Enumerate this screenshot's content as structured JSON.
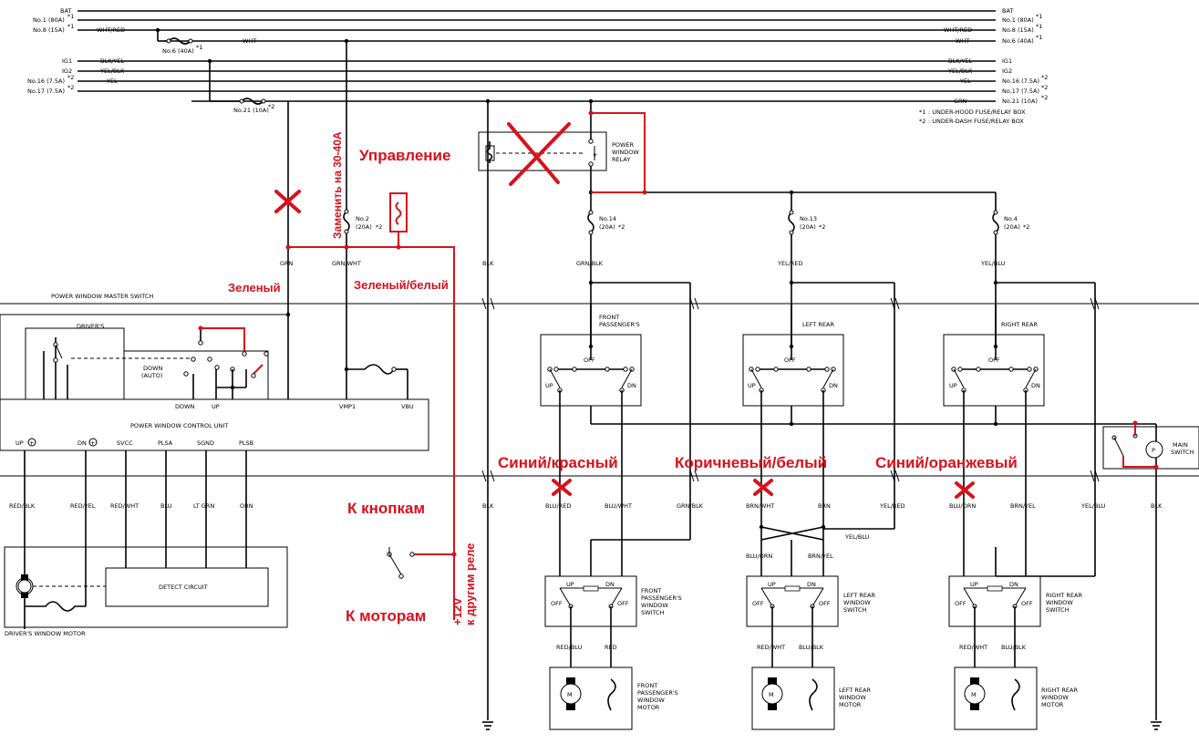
{
  "bus_left": {
    "bat": "BAT",
    "no1": "No.1 (80A)",
    "no8": "No.8 (15A)",
    "ig1": "IG1",
    "ig2": "IG2",
    "no16": "No.16 (7.5A)",
    "no17": "No.17 (7.5A)",
    "mark1": "*1",
    "mark2": "*2"
  },
  "bus_right": {
    "bat": "BAT",
    "no1": "No.1 (80A)",
    "no8": "No.8 (15A)",
    "no6": "No.6 (40A)",
    "ig1": "IG1",
    "ig2": "IG2",
    "no16": "No.16 (7.5A)",
    "no17": "No.17 (7.5A)",
    "no21": "No.21 (10A)",
    "mark1": "*1",
    "mark2": "*2"
  },
  "wire_colors": {
    "wht_red": "WHT/RED",
    "wht": "WHT",
    "blk_yel": "BLK/YEL",
    "yel_blk": "YEL/BLK",
    "yel": "YEL",
    "grn": "GRN",
    "grn_wht": "GRN/WHT",
    "blk": "BLK",
    "grn_blk": "GRN/BLK",
    "yel_red": "YEL/RED",
    "yel_blu": "YEL/BLU",
    "red_blk": "RED/BLK",
    "red_yel": "RED/YEL",
    "red_wht": "RED/WHT",
    "blu": "BLU",
    "lt_grn": "LT GRN",
    "orn": "ORN",
    "blu_red": "BLU/RED",
    "blu_wht": "BLU/WHT",
    "brn_wht": "BRN/WHT",
    "brn": "BRN",
    "blu_orn": "BLU/ORN",
    "brn_yel": "BRN/YEL",
    "red_blu": "RED/BLU",
    "red": "RED",
    "blu_blk": "BLU/BLK"
  },
  "fuses": {
    "no6": "No.6 (40A)",
    "no6_mark": "*1",
    "no21": "No.21 (10A)",
    "no21_mark": "*2",
    "no2_a": "No.2",
    "no2_b": "(20A)",
    "no2_mark": "*2",
    "no14_a": "No.14",
    "no14_b": "(20A)",
    "no14_mark": "*2",
    "no13_a": "No.13",
    "no13_b": "(20A)",
    "no13_mark": "*2",
    "no4_a": "No.4",
    "no4_b": "(20A)",
    "no4_mark": "*2"
  },
  "legend": {
    "l1_key": "*1",
    "l1_text": ": UNDER-HOOD FUSE/RELAY BOX",
    "l2_key": "*2",
    "l2_text": ": UNDER-DASH FUSE/RELAY BOX"
  },
  "components": {
    "relay_a": "POWER",
    "relay_b": "WINDOW",
    "relay_c": "RELAY",
    "master_switch": "POWER WINDOW MASTER SWITCH",
    "drivers": "DRIVER'S",
    "down_auto_a": "DOWN",
    "down_auto_b": "(AUTO)",
    "down": "DOWN",
    "up": "UP",
    "vmp1": "VMP1",
    "vbu": "VBU",
    "control_unit": "POWER WINDOW CONTROL UNIT",
    "pin_up": "UP",
    "pin_dn": "DN",
    "svcc": "SVCC",
    "plsa": "PLSA",
    "sgnd": "SGND",
    "plsb": "PLSB",
    "detect": "DETECT CIRCUIT",
    "drivers_motor": "DRIVER'S WINDOW MOTOR",
    "fp_label_a": "FRONT",
    "fp_label_b": "PASSENGER'S",
    "lr_label": "LEFT REAR",
    "rr_label": "RIGHT REAR",
    "off": "OFF",
    "dn": "DN",
    "main_a": "MAIN",
    "main_b": "SWITCH",
    "fp_sw_a": "FRONT",
    "fp_sw_b": "PASSENGER'S",
    "fp_sw_c": "WINDOW",
    "fp_sw_d": "SWITCH",
    "lr_sw_a": "LEFT REAR",
    "lr_sw_b": "WINDOW",
    "lr_sw_c": "SWITCH",
    "rr_sw_a": "RIGHT REAR",
    "rr_sw_b": "WINDOW",
    "rr_sw_c": "SWITCH",
    "fp_mot_a": "FRONT",
    "fp_mot_b": "PASSENGER'S",
    "fp_mot_c": "WINDOW",
    "fp_mot_d": "MOTOR",
    "lr_mot_a": "LEFT REAR",
    "lr_mot_b": "WINDOW",
    "lr_mot_c": "MOTOR",
    "rr_mot_a": "RIGHT REAR",
    "rr_mot_b": "WINDOW",
    "rr_mot_c": "MOTOR",
    "motor_m": "M",
    "main_p": "P"
  },
  "annotations": {
    "upravlenie": "Управление",
    "zamenit": "Заменить на 30-40А",
    "zeleny": "Зеленый",
    "zeleny_bely": "Зеленый/белый",
    "siniy_krasny": "Синий/красный",
    "korichnevy_bely": "Коричневый/белый",
    "siniy_oranzhevy": "Синий/оранжевый",
    "k_knopkam": "К кнопкам",
    "k_motoram": "К моторам",
    "plus12": "+12V",
    "k_drugim": "к другим реле"
  },
  "colors": {
    "annotation_red": "#d8111b",
    "wire": "#000000"
  }
}
